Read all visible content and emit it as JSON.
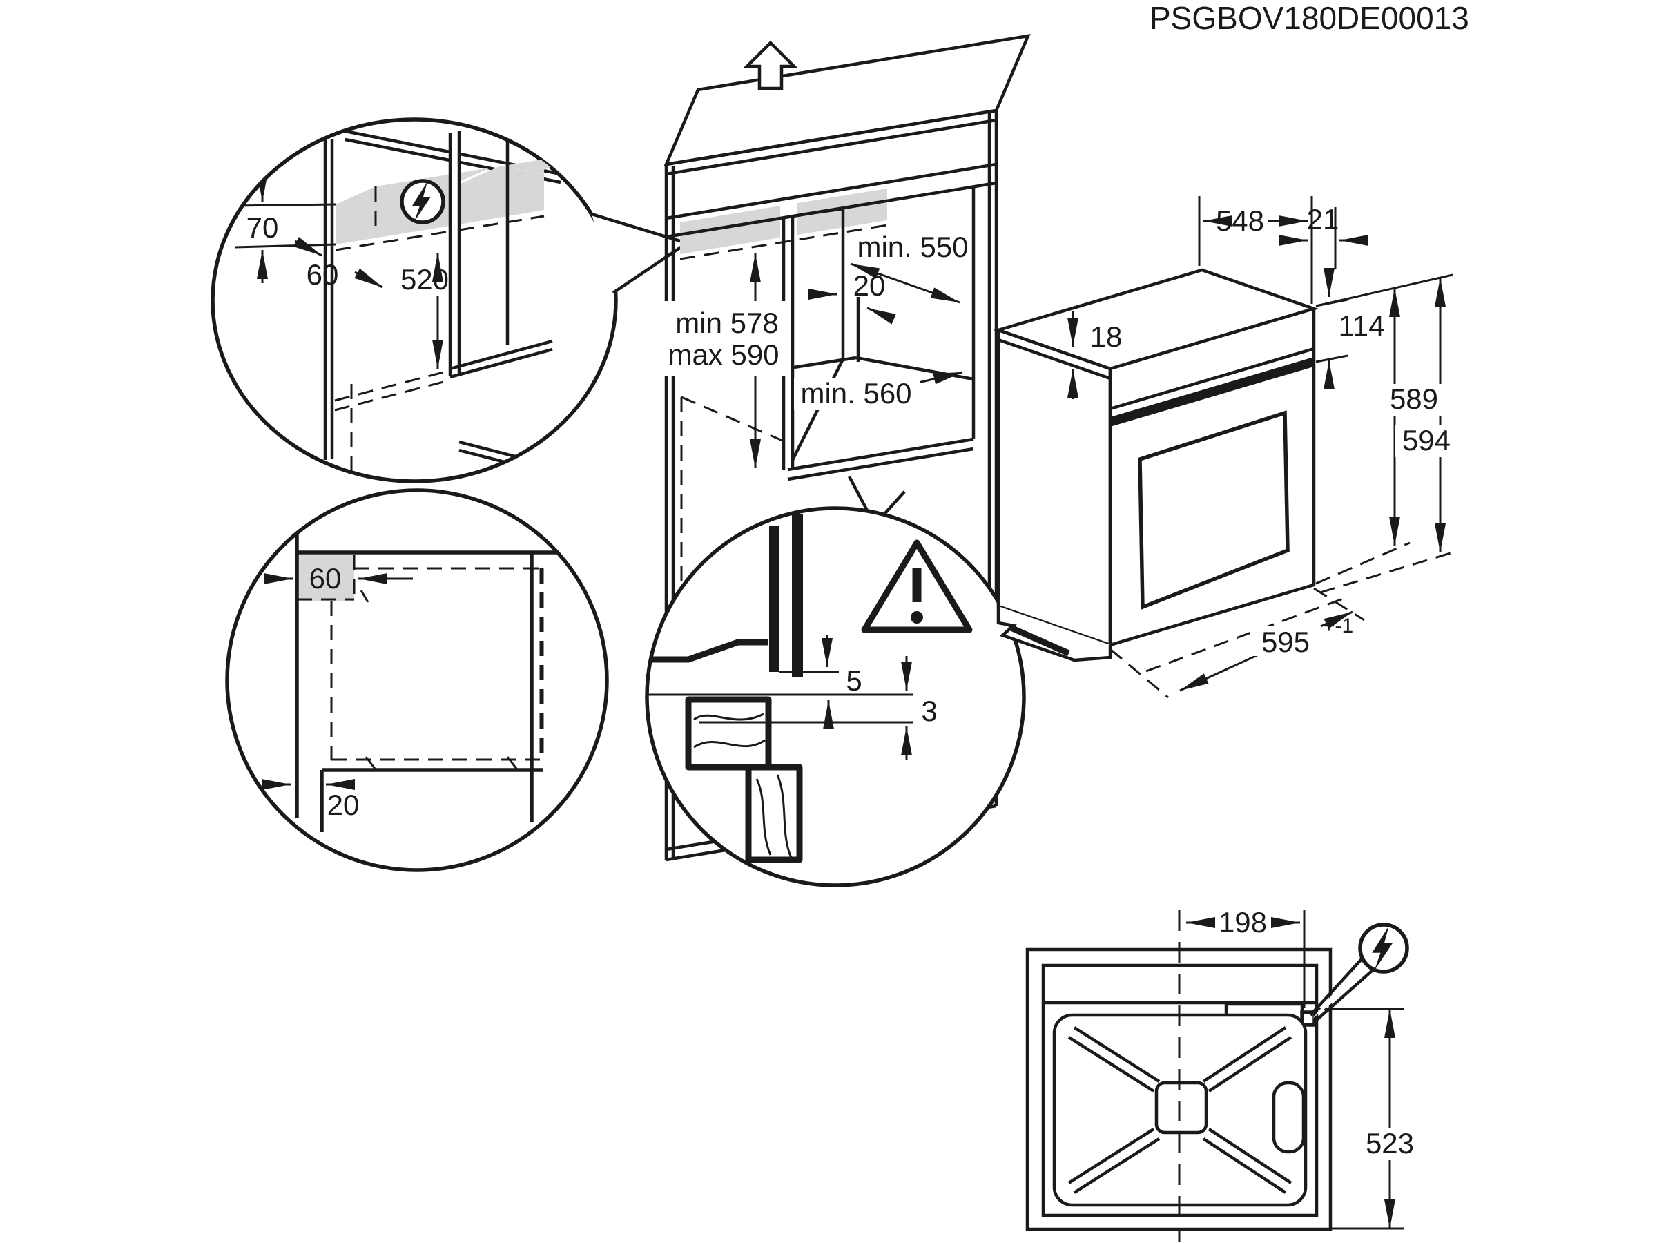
{
  "title": "PSGBOV180DE00013",
  "colors": {
    "line": "#1a1a1a",
    "highlight_gray": "#d7d7d7",
    "background": "#ffffff"
  },
  "niche": {
    "depth_top": "min. 550",
    "back_gap": "20",
    "height_min": "min 578",
    "height_max": "max 590",
    "depth_bottom": "min. 560"
  },
  "oven": {
    "body_depth": "548",
    "frame_overhang": "21",
    "top_edge": "18",
    "panel_height": "114",
    "body_height": "589",
    "total_height": "594",
    "front_width": "595",
    "front_width_tolerance": "+-1"
  },
  "detail_connection": {
    "strip_height": "70",
    "strip_depth": "60",
    "distance_to_shelf": "520"
  },
  "detail_plan": {
    "socket_zone": "60",
    "rear_gap": "20"
  },
  "detail_section": {
    "front_gap": "5",
    "bottom_gap": "3"
  },
  "rear_view": {
    "terminal_offset": "198",
    "cutout_height": "523"
  },
  "icons": {
    "electrical_symbol": "lightning-in-circle",
    "warning_symbol": "exclamation-triangle",
    "direction_symbol": "up-block-arrow"
  }
}
